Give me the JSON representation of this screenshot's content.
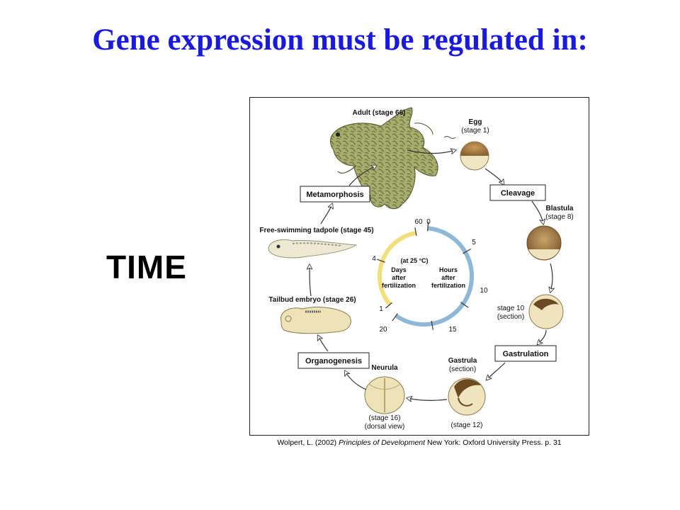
{
  "slide": {
    "title": "Gene expression must be regulated in:",
    "side_label": "TIME"
  },
  "figure": {
    "stages": {
      "adult": "Adult (stage 66)",
      "egg_name": "Egg",
      "egg_stage": "(stage 1)",
      "blastula_name": "Blastula",
      "blastula_stage": "(stage 8)",
      "stage10_name": "stage 10",
      "stage10_note": "(section)",
      "gastrula_name": "Gastrula",
      "gastrula_note": "(section)",
      "gastrula_stage": "(stage 12)",
      "neurula_name": "Neurula",
      "neurula_stage": "(stage 16)",
      "neurula_note": "(dorsal view)",
      "tailbud": "Tailbud embryo (stage 26)",
      "tadpole": "Free-swimming tadpole (stage 45)"
    },
    "processes": {
      "cleavage": "Cleavage",
      "gastrulation": "Gastrulation",
      "organogenesis": "Organogenesis",
      "metamorphosis": "Metamorphosis"
    },
    "clock": {
      "temperature": "(at 25 °C)",
      "days_l1": "Days",
      "days_l2": "after",
      "days_l3": "fertilization",
      "hours_l1": "Hours",
      "hours_l2": "after",
      "hours_l3": "fertilization",
      "hour_ticks": [
        "0",
        "5",
        "10",
        "15",
        "20"
      ],
      "day_ticks": [
        "60",
        "4",
        "1"
      ],
      "hours_color": "#8fb8d8",
      "days_color": "#f0df7a"
    }
  },
  "citation": {
    "author": "Wolpert, L. (2002) ",
    "book": "Principles of Development",
    "publisher": " New York: Oxford University Press. p. 31"
  }
}
